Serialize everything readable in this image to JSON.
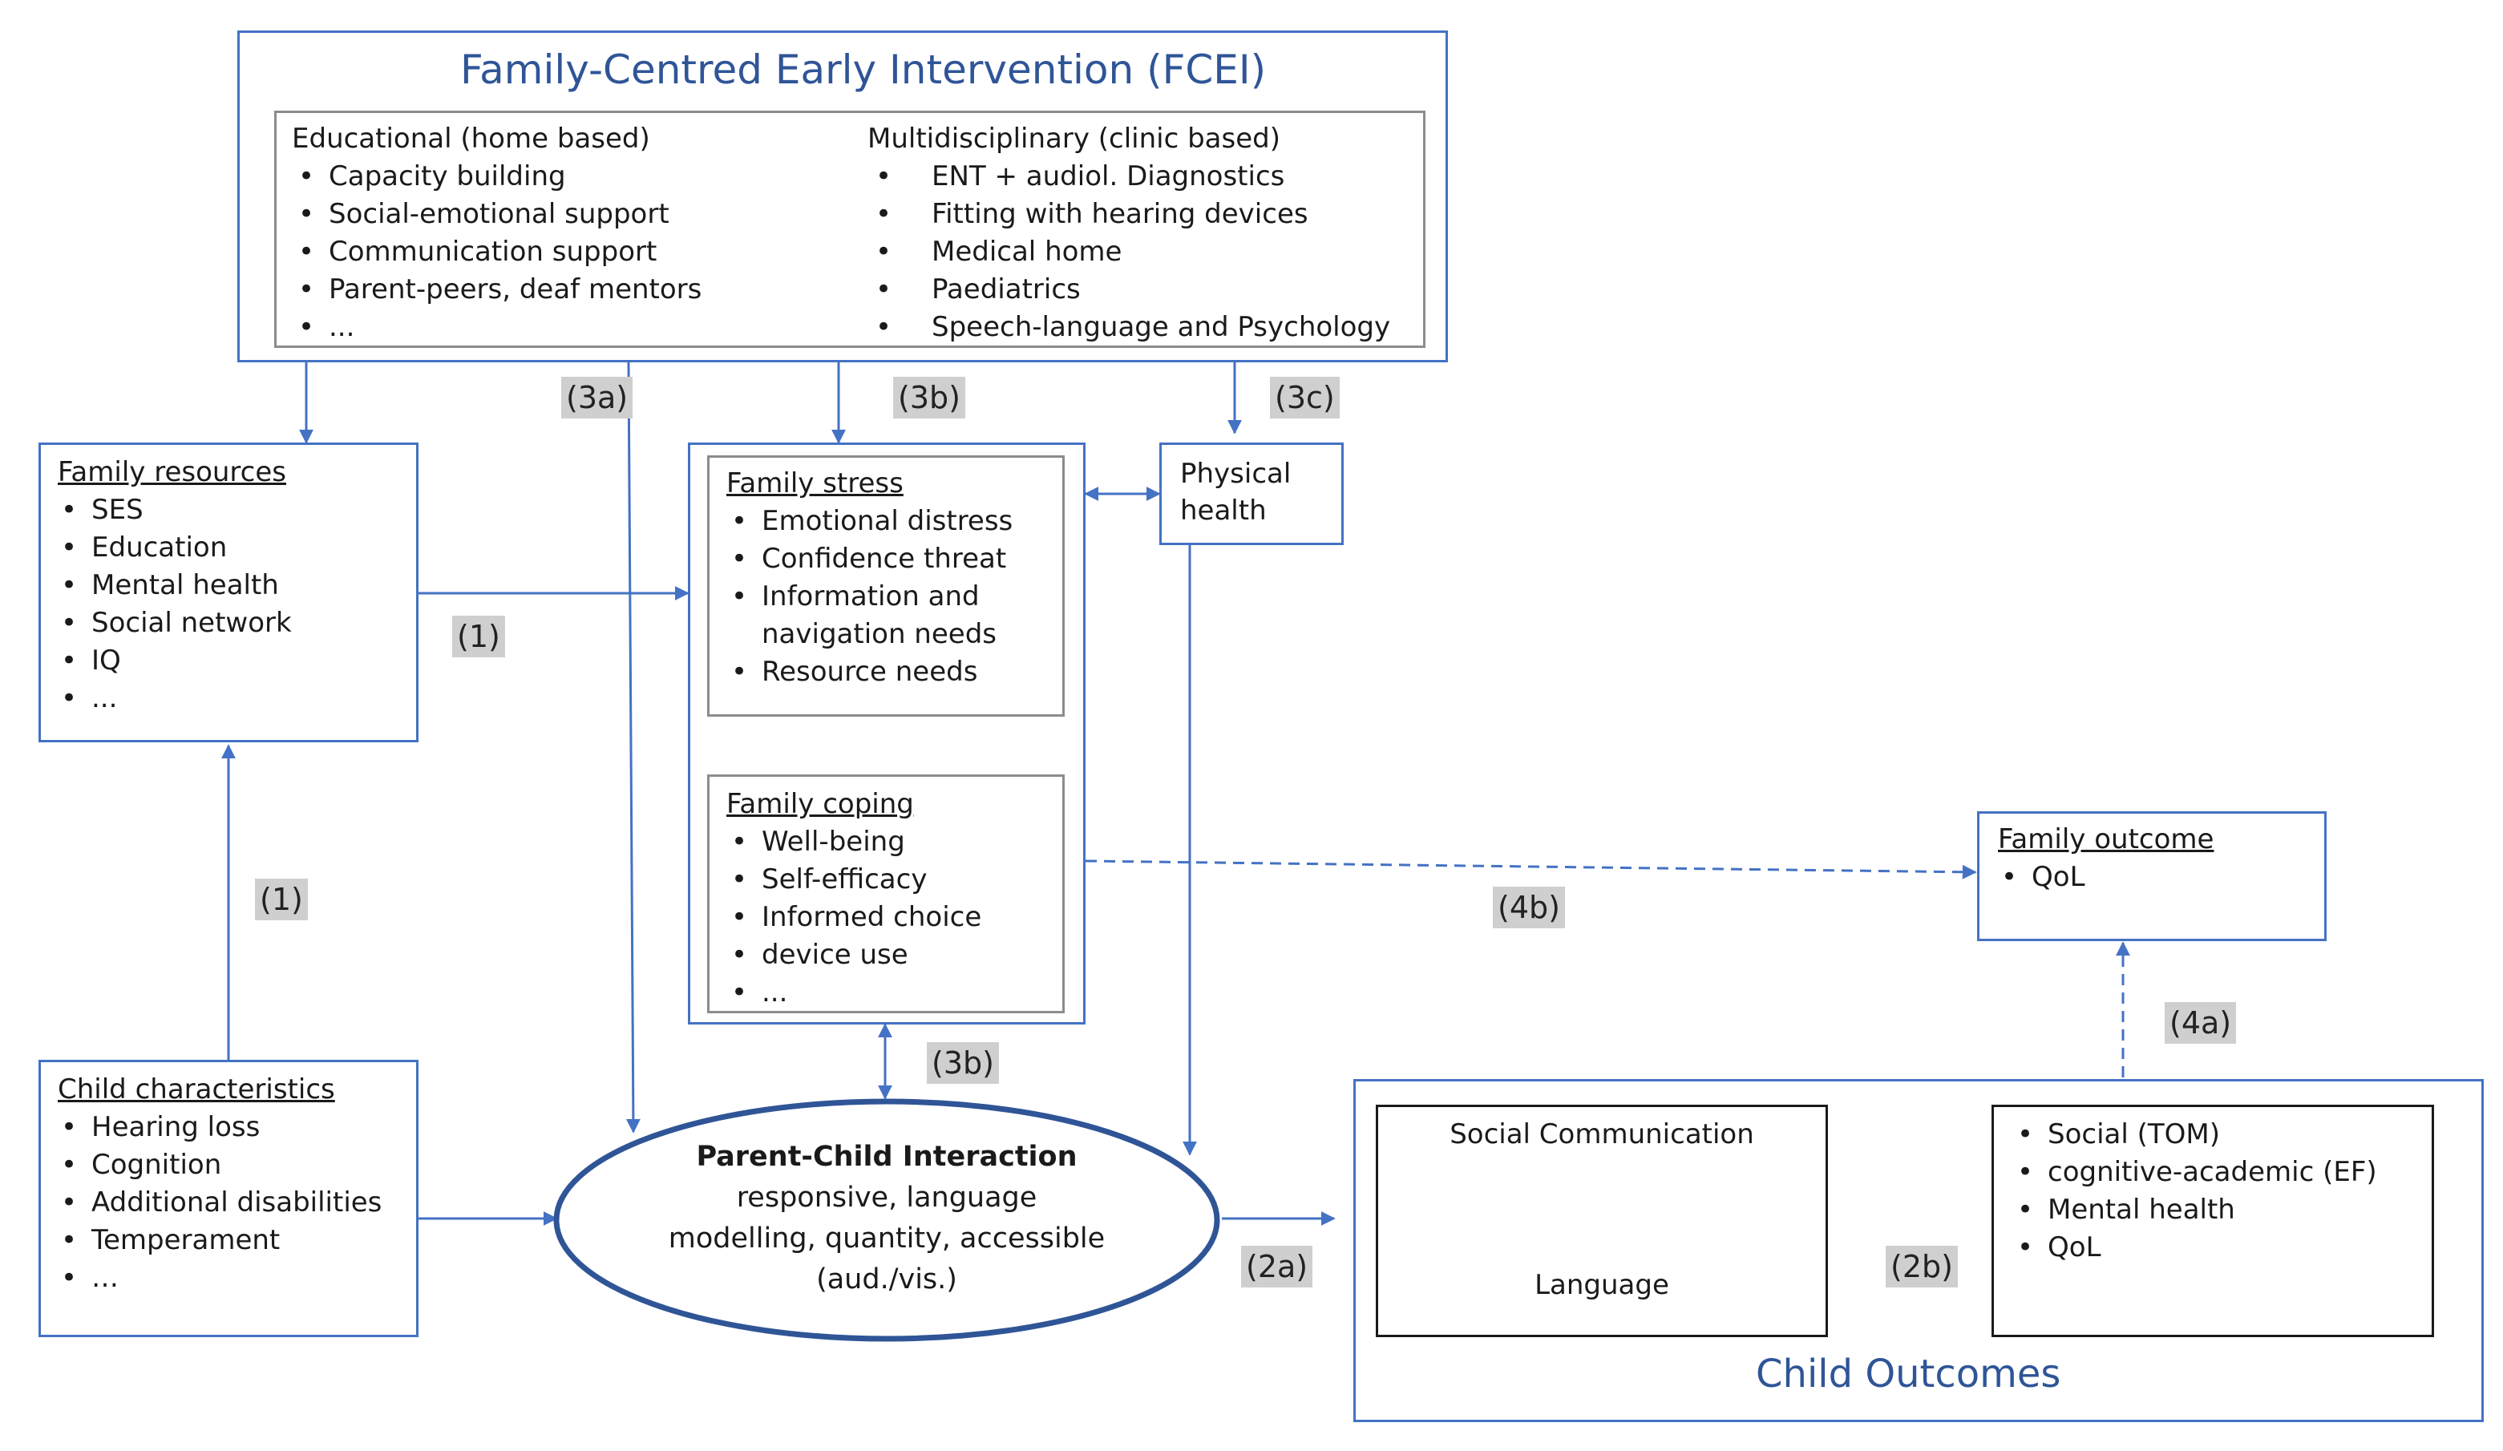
{
  "fcei": {
    "title": "Family-Centred Early Intervention (FCEI)",
    "educational": {
      "heading": "Educational (home based)",
      "items": [
        "Capacity building",
        "Social-emotional support",
        "Communication support",
        "Parent-peers, deaf mentors",
        "..."
      ]
    },
    "multidisciplinary": {
      "heading": "Multidisciplinary (clinic based)",
      "items": [
        "ENT + audiol. Diagnostics",
        "Fitting with hearing devices",
        "Medical home",
        "Paediatrics",
        "Speech-language and Psychology"
      ]
    }
  },
  "family_resources": {
    "heading": "Family resources",
    "items": [
      "SES",
      "Education",
      "Mental health",
      "Social network",
      "IQ",
      "..."
    ]
  },
  "child_characteristics": {
    "heading": "Child characteristics",
    "items": [
      "Hearing loss",
      "Cognition",
      "Additional disabilities",
      "Temperament",
      "…"
    ]
  },
  "family_stress": {
    "heading": "Family stress",
    "items": [
      "Emotional distress",
      "Confidence threat",
      "Information and navigation needs",
      "Resource needs"
    ]
  },
  "family_coping": {
    "heading": "Family coping",
    "items": [
      "Well-being",
      "Self-efficacy",
      "Informed choice",
      "device use",
      "..."
    ]
  },
  "physical_health": {
    "line1": "Physical",
    "line2": "health"
  },
  "parent_child": {
    "title": "Parent-Child Interaction",
    "line1": "responsive, language",
    "line2": "modelling, quantity, accessible",
    "line3": "(aud./vis.)"
  },
  "family_outcome": {
    "heading": "Family outcome",
    "items": [
      "QoL"
    ]
  },
  "child_outcomes": {
    "title": "Child Outcomes",
    "cycle_top": "Social Communication",
    "cycle_bottom": "Language",
    "items": [
      "Social (TOM)",
      "cognitive-academic (EF)",
      "Mental health",
      "QoL"
    ]
  },
  "labels": {
    "l1_top": "(1)",
    "l1_left": "(1)",
    "l3a": "(3a)",
    "l3b_top": "(3b)",
    "l3b_bottom": "(3b)",
    "l3c": "(3c)",
    "l2a": "(2a)",
    "l2b": "(2b)",
    "l4a": "(4a)",
    "l4b": "(4b)"
  },
  "colors": {
    "accent": "#4472c4",
    "title": "#2f5597",
    "label_bg": "#cfcfcf"
  }
}
